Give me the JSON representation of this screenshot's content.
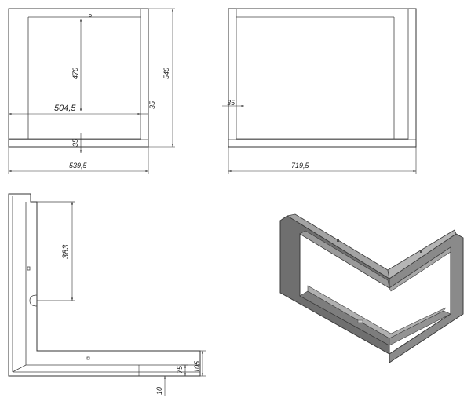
{
  "dimensions": {
    "front_inner_width": "504,5",
    "front_inner_height": "470",
    "front_outer_height": "540",
    "front_frame_side": "35",
    "front_frame_bottom": "35",
    "front_outer_width": "539,5",
    "side_frame": "35",
    "side_outer_width": "719,5",
    "section_height": "383",
    "section_h105": "105",
    "section_h75": "75",
    "section_w10": "10"
  },
  "colors": {
    "line": "#333333",
    "frame_dark": "#5a5a5a",
    "frame_mid": "#7d7d7d",
    "frame_light": "#a3a3a3"
  }
}
